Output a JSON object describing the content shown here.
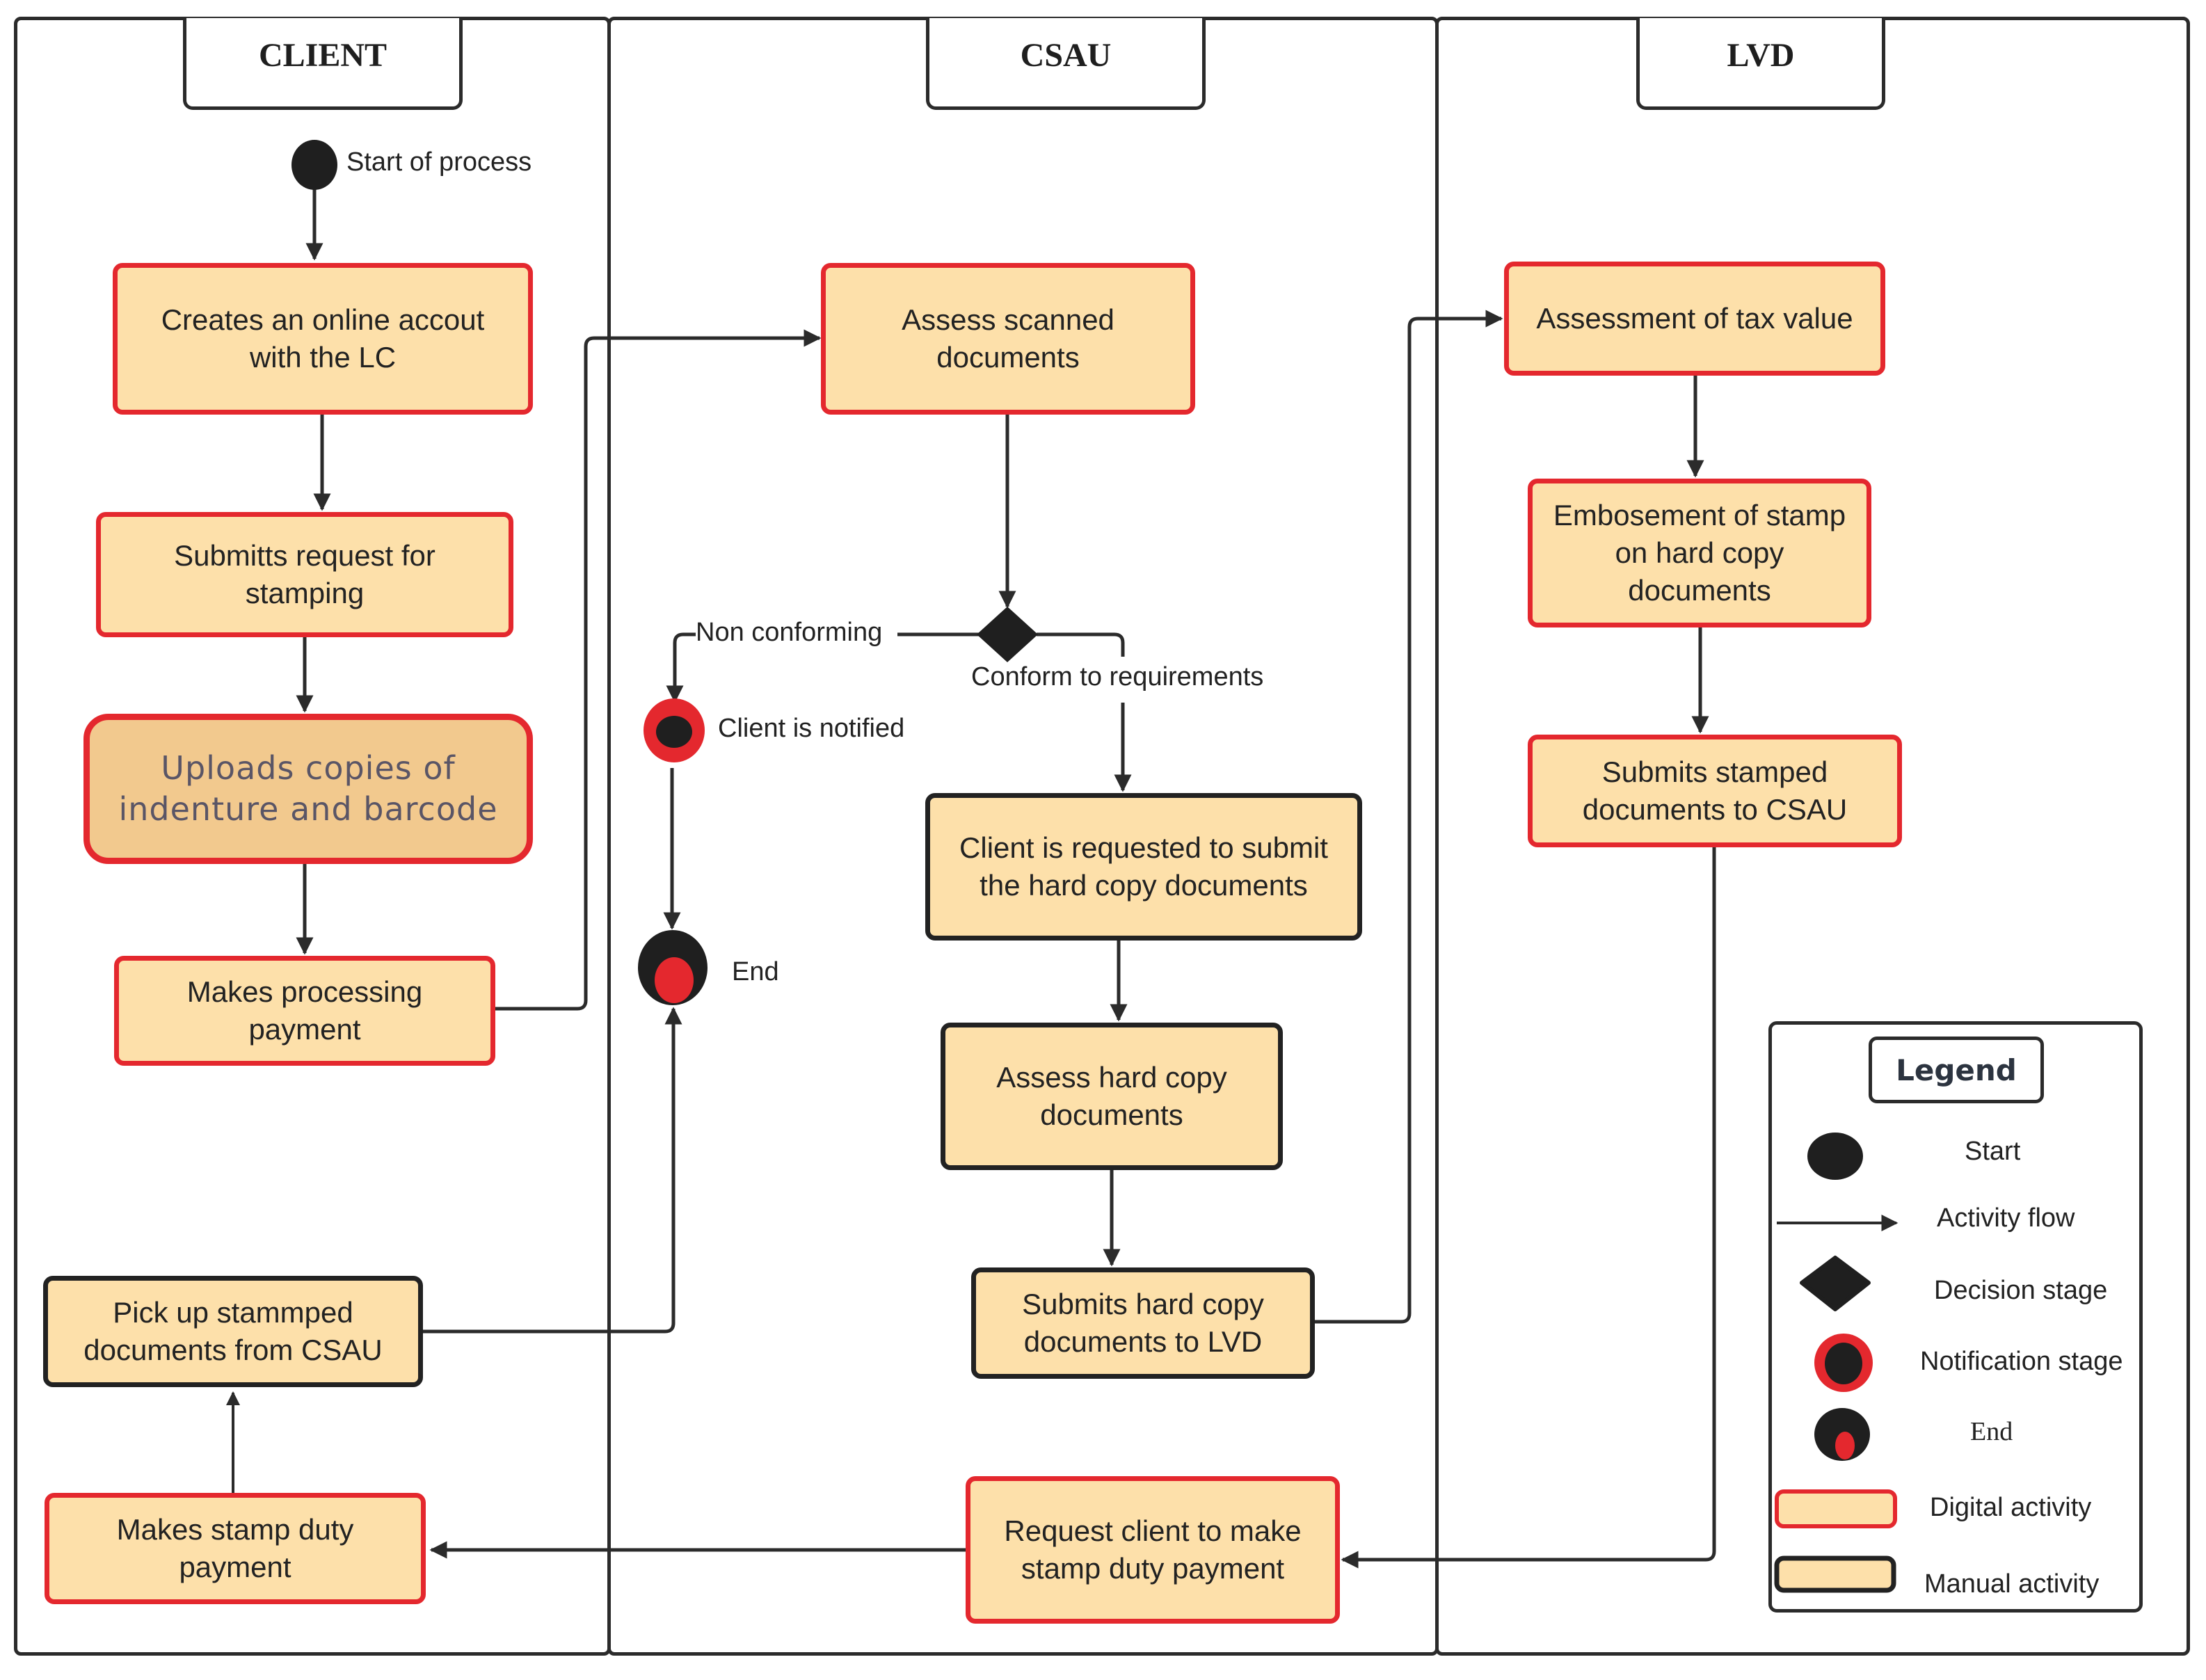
{
  "lanes": [
    {
      "name": "CLIENT"
    },
    {
      "name": "CSAU"
    },
    {
      "name": "LVD"
    }
  ],
  "start": {
    "label": "Start of process"
  },
  "client": {
    "create_account": "Creates an online accout\nwith the LC",
    "submit_request": "Submitts request for\nstamping",
    "upload_copies": "Uploads copies of\nindenture and barcode",
    "processing_payment": "Makes processing\npayment",
    "pick_up": "Pick up stammped\ndocuments from CSAU",
    "stamp_duty_payment": "Makes stamp duty\npayment"
  },
  "csau": {
    "assess_scanned": "Assess scanned\ndocuments",
    "decision_non_conforming": "Non  conforming",
    "decision_conform": "Conform to requirements",
    "client_notified": "Client is notified",
    "end_label": "End",
    "request_hard_copy": "Client is requested to submit\nthe  hard copy documents",
    "assess_hard_copy": "Assess hard copy\ndocuments",
    "submit_to_lvd": "Submits hard copy\ndocuments to LVD",
    "request_payment": "Request client to make\nstamp duty payment"
  },
  "lvd": {
    "assessment_tax": "Assessment  of tax value",
    "embosement": "Embosement of stamp\non hard  copy\ndocuments",
    "submit_stamped": "Submits stamped\ndocuments to CSAU"
  },
  "legend": {
    "title": "Legend",
    "items": [
      {
        "symbol": "start-icon",
        "label": "Start"
      },
      {
        "symbol": "arrow-icon",
        "label": "Activity flow"
      },
      {
        "symbol": "diamond-icon",
        "label": "Decision stage"
      },
      {
        "symbol": "notification-icon",
        "label": "Notification stage"
      },
      {
        "symbol": "end-icon",
        "label": "End"
      },
      {
        "symbol": "digital-activity-swatch",
        "label": "Digital activity"
      },
      {
        "symbol": "manual-activity-swatch",
        "label": "Manual activity"
      }
    ]
  },
  "colors": {
    "activity_fill": "#fde0aa",
    "digital_border": "#e4282e",
    "manual_border": "#222222",
    "line": "#2b2b2b"
  }
}
